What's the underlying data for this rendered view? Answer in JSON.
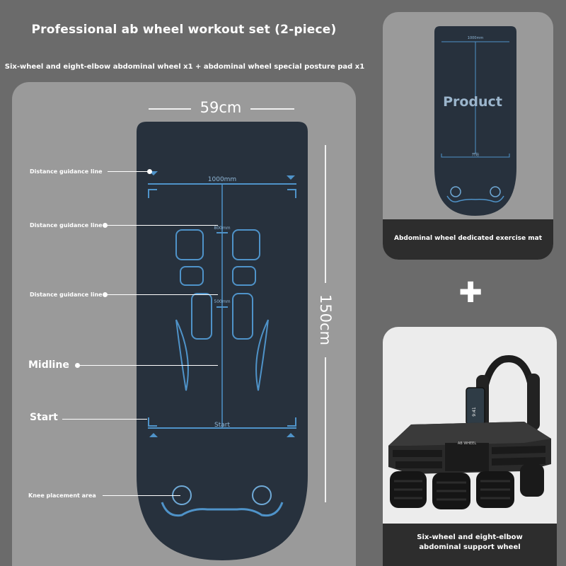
{
  "header": {
    "title": "Professional ab wheel workout set (2-piece)",
    "subtitle": "Six-wheel and eight-elbow abdominal wheel x1 + abdominal wheel special posture pad x1"
  },
  "mat": {
    "width_label": "59cm",
    "height_label": "150cm",
    "top_mark": "1000mm",
    "mid_mark_1": "800mm",
    "mid_mark_2": "500mm",
    "start_mark": "Start"
  },
  "callouts": {
    "distance_1": "Distance guidance line",
    "distance_2": "Distance guidance line",
    "distance_3": "Distance guidance line",
    "midline": "Midline",
    "start": "Start",
    "knee": "Knee placement area"
  },
  "product_card": {
    "overlay": "Product",
    "top_mark": "1000mm",
    "start_mark": "开始",
    "caption": "Abdominal wheel dedicated exercise mat"
  },
  "wheel_card": {
    "caption_line1": "Six-wheel and eight-elbow",
    "caption_line2": "abdominal support wheel",
    "phone_text": "9:41",
    "brand_text": "AB WHEEL"
  },
  "colors": {
    "background": "#6b6b6b",
    "panel": "#9a9a9a",
    "mat": "#27313d",
    "accent_blue": "#4f93c9",
    "caption_bar": "#2d2d2d"
  },
  "icons": {
    "plus": "plus-icon"
  },
  "plus_symbol": "✚"
}
